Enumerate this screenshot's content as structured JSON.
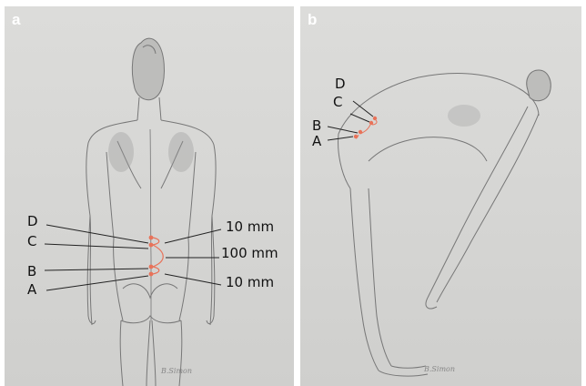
{
  "panels": [
    {
      "label": "a",
      "points": [
        "D",
        "C",
        "B",
        "A"
      ],
      "measurements": [
        "10 mm",
        "100 mm",
        "10 mm"
      ],
      "signature": "B.Simon"
    },
    {
      "label": "b",
      "points": [
        "D",
        "C",
        "B",
        "A"
      ],
      "signature": "B.Simon"
    }
  ],
  "colors": {
    "marker": "#e8735a",
    "pencil": "#6b6b6b",
    "background": "#d8d8d6"
  }
}
